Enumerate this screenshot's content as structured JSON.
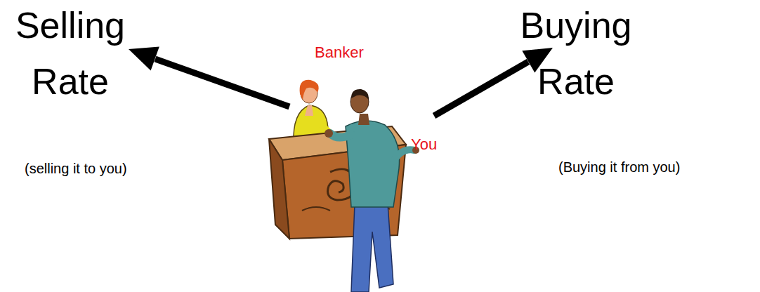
{
  "diagram": {
    "labels": [
      "Selling Rate",
      "(selling it to you)",
      "Banker",
      "You",
      "Buying Rate",
      "(Buying it from you)"
    ]
  }
}
